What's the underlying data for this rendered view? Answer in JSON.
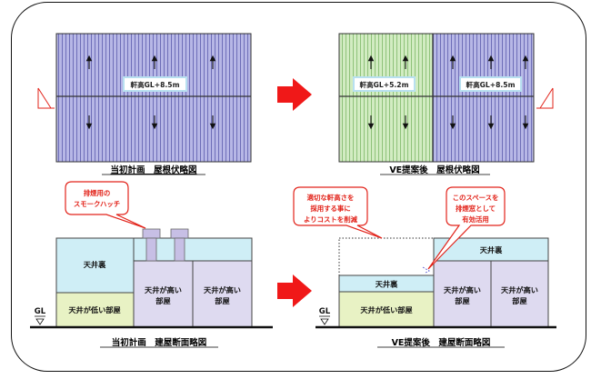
{
  "captions": {
    "roof_before": "当初計画　屋根伏略図",
    "roof_after": "VE提案後　屋根伏略図",
    "section_before": "当初計画　建屋断面略図",
    "section_after": "VE提案後　建屋断面略図"
  },
  "eave_labels": {
    "before": "軒高GL+8.5m",
    "after_left": "軒高GL+5.2m",
    "after_right": "軒高GL+8.5m"
  },
  "rooms": {
    "ceiling_space": "天井裏",
    "low_room": "天井が低い部屋",
    "high_room_line1": "天井が高い",
    "high_room_line2": "部屋"
  },
  "ground_label": "GL",
  "callouts": {
    "smoke_hatch": [
      "排煙用の",
      "スモークハッチ"
    ],
    "eave_height": [
      "適切な軒高さを",
      "採用する事に",
      "よりコストを削減"
    ],
    "space_use": [
      "このスペースを",
      "排煙窓として",
      "有効活用"
    ]
  },
  "colors": {
    "roof_purple": "#a9a9dd",
    "roof_green": "#c7e6b4",
    "ceiling_blue": "#cfeef6",
    "low_room_green": "#e8f2c4",
    "high_room_lavender": "#dedaf0",
    "arrow_red": "#f01818",
    "callout_red": "#e2231a"
  }
}
